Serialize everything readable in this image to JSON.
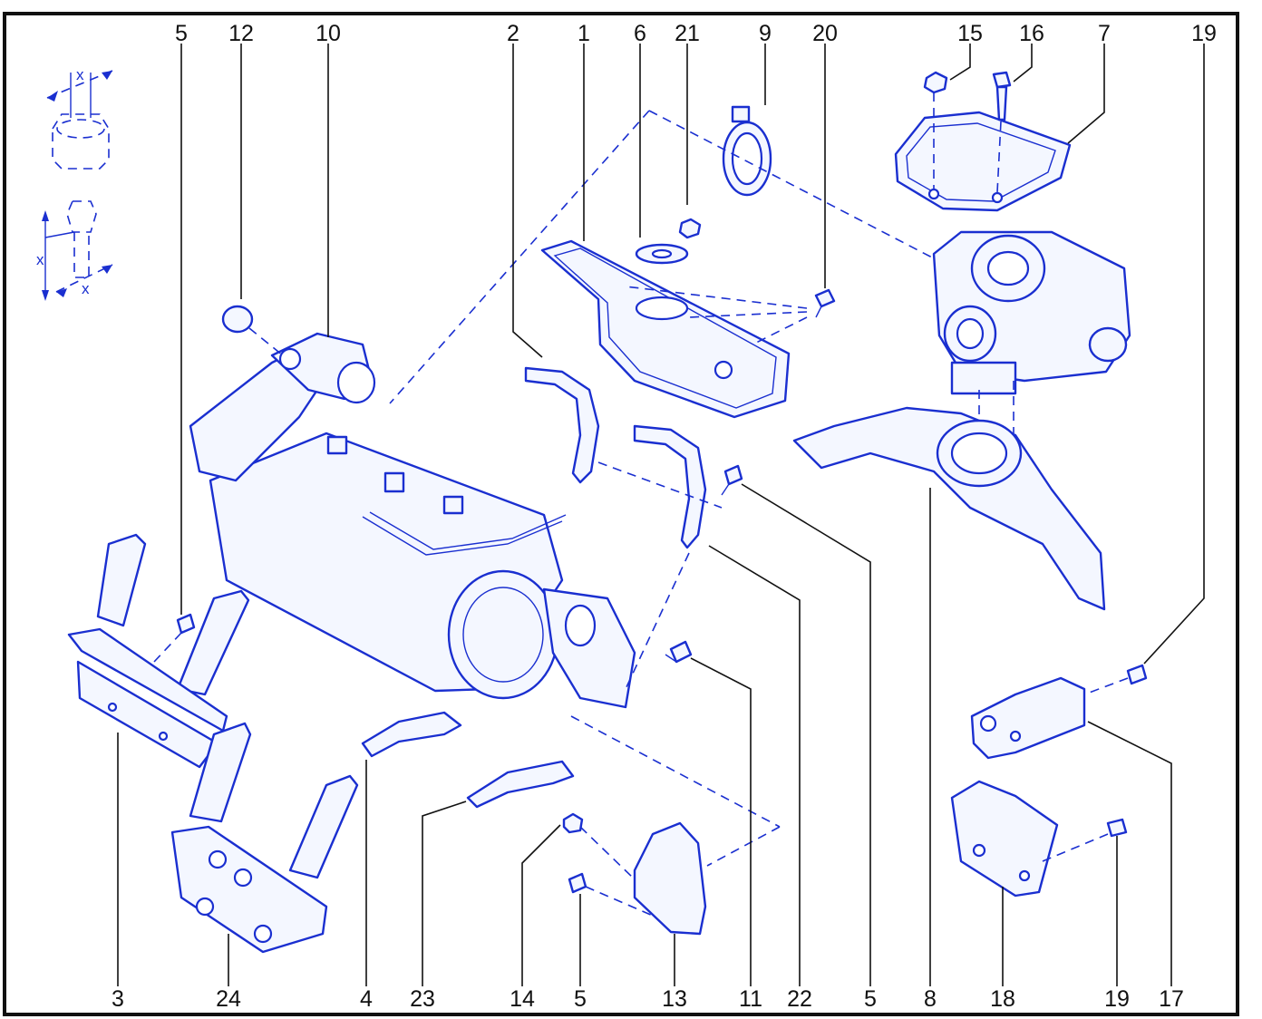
{
  "labels": {
    "top_5": "5",
    "top_12": "12",
    "top_10": "10",
    "top_2": "2",
    "top_1": "1",
    "top_6": "6",
    "top_21": "21",
    "top_9": "9",
    "top_20": "20",
    "top_15": "15",
    "top_16": "16",
    "top_7": "7",
    "top_19": "19",
    "bot_3": "3",
    "bot_24": "24",
    "bot_4": "4",
    "bot_23": "23",
    "bot_14": "14",
    "bot_5a": "5",
    "bot_13": "13",
    "bot_11": "11",
    "bot_22": "22",
    "bot_5b": "5",
    "bot_8": "8",
    "bot_18": "18",
    "bot_19": "19",
    "bot_17": "17"
  },
  "legend": {
    "x_mark": "x"
  },
  "colors": {
    "line": "#1a2fd0",
    "fill": "#f4f7ff",
    "text": "#111111",
    "border": "#111111"
  }
}
